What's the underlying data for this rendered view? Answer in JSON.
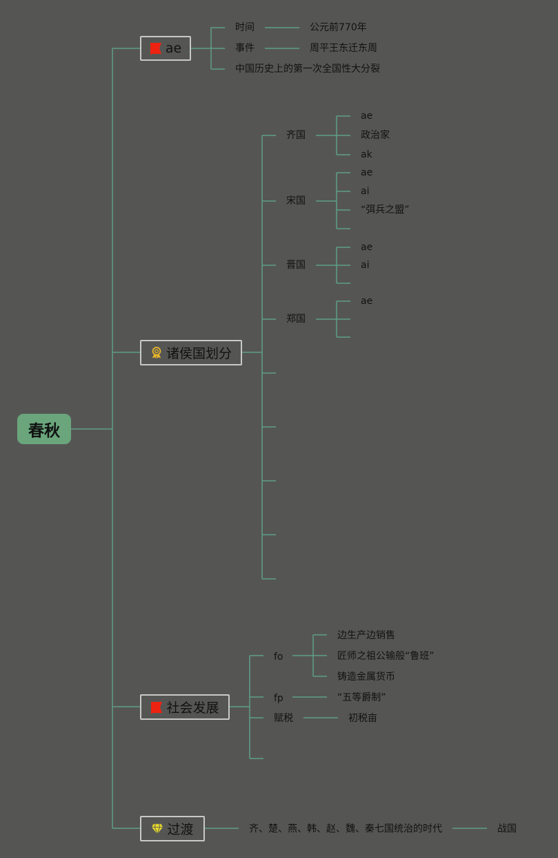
{
  "root": "春秋",
  "branches": [
    {
      "label": "ae",
      "icon": "red-flag-icon",
      "children": [
        {
          "label": "时间",
          "child": "公元前770年"
        },
        {
          "label": "事件",
          "child": "周平王东迁东周"
        },
        {
          "label": "中国历史上的第一次全国性大分裂"
        }
      ]
    },
    {
      "label": "诸侯国划分",
      "icon": "medal-icon",
      "children": [
        {
          "label": "齐国",
          "items": [
            "ae",
            "政治家",
            "ak"
          ]
        },
        {
          "label": "宋国",
          "items": [
            "ae",
            "ai",
            "“弭兵之盟”"
          ]
        },
        {
          "label": "晋国",
          "items": [
            "ae",
            "ai"
          ]
        },
        {
          "label": "郑国",
          "items": [
            "ae"
          ]
        }
      ]
    },
    {
      "label": "社会发展",
      "icon": "red-flag-icon",
      "children": [
        {
          "label": "fo",
          "items": [
            "边生产边销售",
            "匠师之祖公输般“鲁班”",
            "铸造金属货币"
          ]
        },
        {
          "label": "fp",
          "items": [
            "“五等爵制”"
          ]
        },
        {
          "label": "赋税",
          "items": [
            "初税亩"
          ]
        }
      ]
    },
    {
      "label": "过渡",
      "icon": "diamond-icon",
      "children": [
        {
          "label": "齐、楚、燕、韩、赵、魏、秦七国统治的时代",
          "child": "战国"
        }
      ]
    }
  ],
  "colors": {
    "background": "#555654",
    "line": "#5f9e8a",
    "root": "#6aa57c",
    "flag": "#ee2211",
    "medal": "#e8b52a",
    "diamond": "#e8d92a"
  }
}
